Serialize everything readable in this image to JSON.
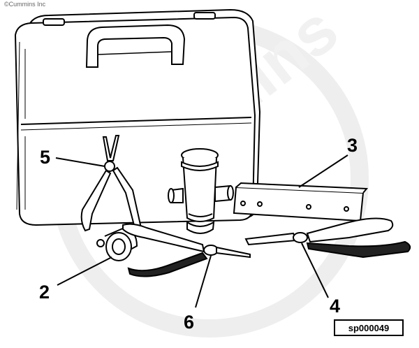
{
  "copyright": "©Cummins Inc",
  "watermark": "Cummins",
  "callouts": {
    "c2": "2",
    "c3": "3",
    "c4": "4",
    "c5": "5",
    "c6": "6"
  },
  "figure_id": "sp000049"
}
